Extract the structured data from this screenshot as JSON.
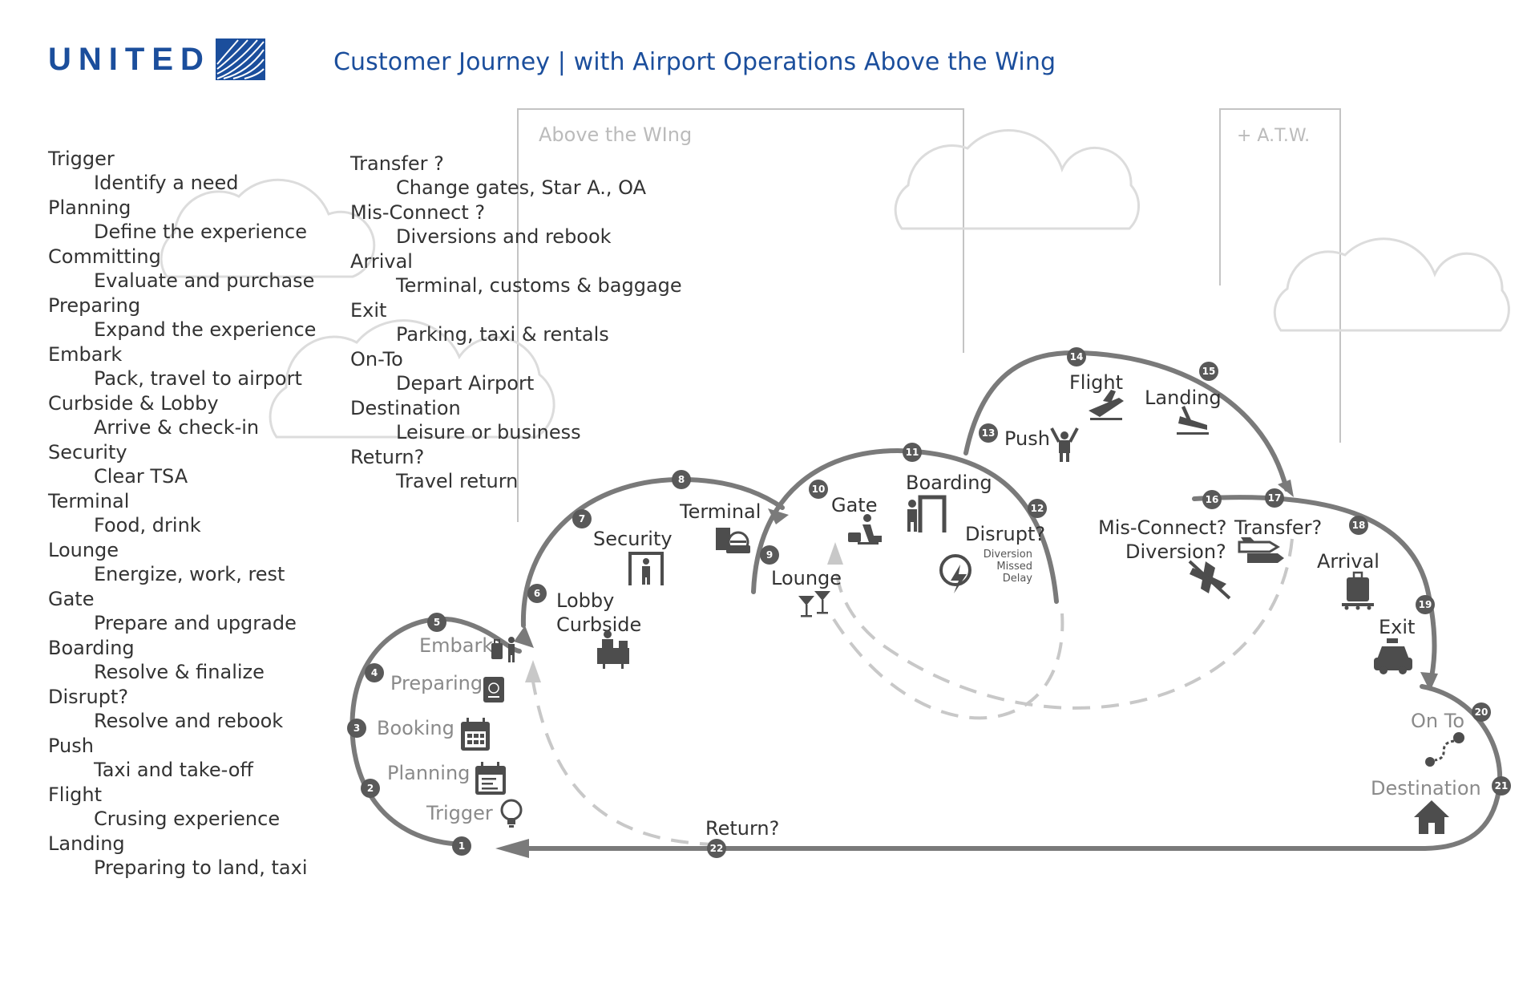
{
  "header": {
    "logo_text": "UNITED",
    "title": "Customer Journey | with Airport Operations Above the Wing"
  },
  "zones": {
    "above_wing": "Above the WIng",
    "atw": "+ A.T.W."
  },
  "legend_left": [
    {
      "step": "Trigger",
      "desc": "Identify a need"
    },
    {
      "step": "Planning",
      "desc": "Define the experience"
    },
    {
      "step": "Committing",
      "desc": "Evaluate and purchase"
    },
    {
      "step": "Preparing",
      "desc": "Expand the experience"
    },
    {
      "step": "Embark",
      "desc": "Pack, travel to airport"
    },
    {
      "step": "Curbside & Lobby",
      "desc": "Arrive & check-in"
    },
    {
      "step": "Security",
      "desc": "Clear TSA"
    },
    {
      "step": "Terminal",
      "desc": "Food, drink"
    },
    {
      "step": "Lounge",
      "desc": "Energize, work, rest"
    },
    {
      "step": "Gate",
      "desc": " Prepare and upgrade"
    },
    {
      "step": "Boarding",
      "desc": "Resolve & finalize"
    },
    {
      "step": "Disrupt?",
      "desc": "Resolve and rebook"
    },
    {
      "step": "Push",
      "desc": "Taxi and take-off"
    },
    {
      "step": "Flight",
      "desc": "Crusing experience"
    },
    {
      "step": "Landing",
      "desc": "Preparing to land, taxi"
    }
  ],
  "legend_right": [
    {
      "step": "Transfer ?",
      "desc": "Change gates, Star A., OA"
    },
    {
      "step": "Mis-Connect ?",
      "desc": "Diversions and rebook"
    },
    {
      "step": "Arrival",
      "desc": "Terminal, customs & baggage"
    },
    {
      "step": "Exit",
      "desc": "Parking, taxi & rentals"
    },
    {
      "step": "On-To",
      "desc": "Depart Airport"
    },
    {
      "step": "Destination",
      "desc": "Leisure or business"
    },
    {
      "step": "Return?",
      "desc": "Travel return"
    }
  ],
  "stages": {
    "embark": "Embark",
    "preparing": "Preparing",
    "booking": "Booking",
    "planning": "Planning",
    "trigger": "Trigger",
    "lobby": "Lobby",
    "curbside": "Curbside",
    "security": "Security",
    "terminal": "Terminal",
    "lounge": "Lounge",
    "gate": "Gate",
    "boarding": "Boarding",
    "disrupt": "Disrupt?",
    "disrupt_sub": [
      "Diversion",
      "Missed",
      "Delay"
    ],
    "push": "Push",
    "flight": "Flight",
    "landing": "Landing",
    "misconnect": "Mis-Connect?",
    "diversion": "Diversion?",
    "transfer": "Transfer?",
    "arrival": "Arrival",
    "exit": "Exit",
    "onto": "On To",
    "destination": "Destination",
    "return": "Return?"
  },
  "badges": [
    "1",
    "2",
    "3",
    "4",
    "5",
    "6",
    "7",
    "8",
    "9",
    "10",
    "11",
    "12",
    "13",
    "14",
    "15",
    "16",
    "17",
    "18",
    "19",
    "20",
    "21",
    "22"
  ],
  "colors": {
    "brand_blue": "#1b4e9c",
    "path": "#7a7a7a",
    "badge": "#595959",
    "dashed": "#c8c8c8",
    "cloud": "#dddddd",
    "icon": "#4d4d4d"
  }
}
